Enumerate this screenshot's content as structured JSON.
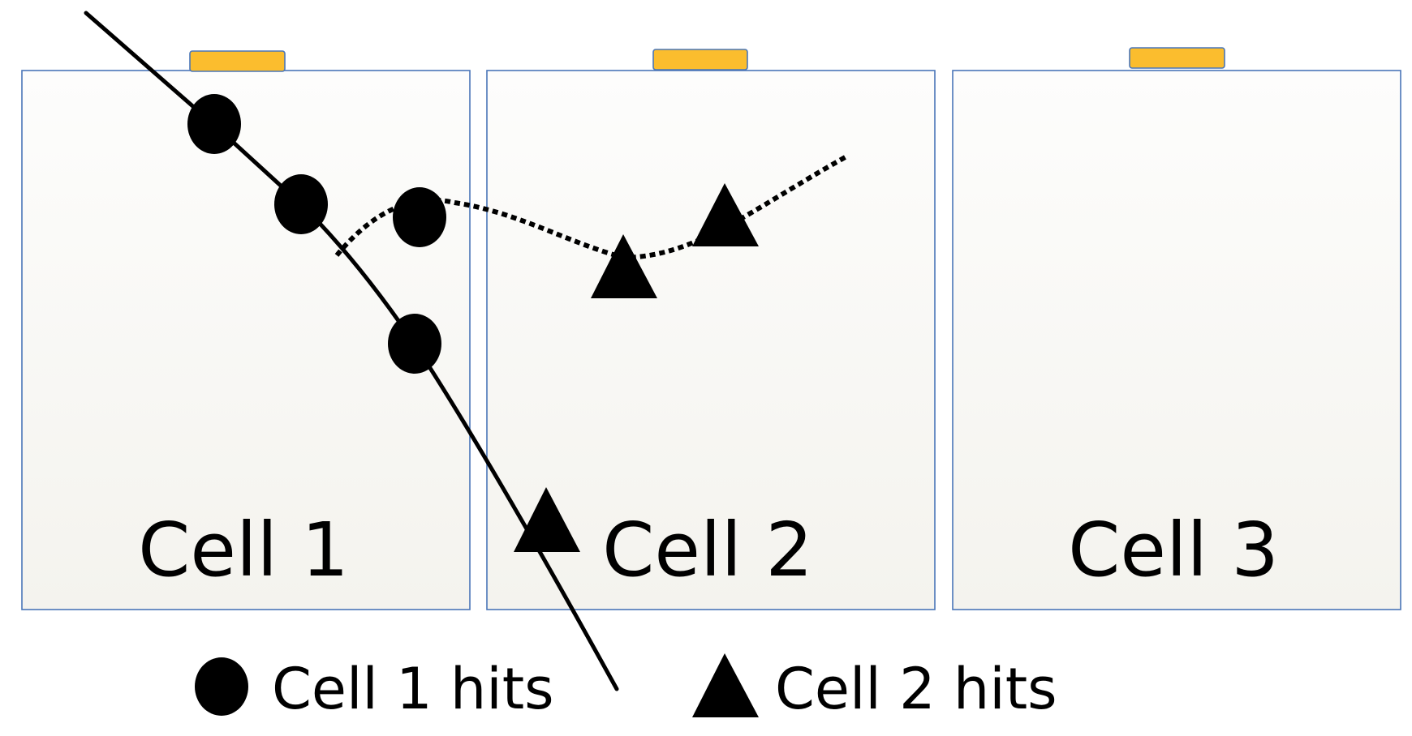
{
  "cells": [
    {
      "label": "Cell 1"
    },
    {
      "label": "Cell 2"
    },
    {
      "label": "Cell 3"
    }
  ],
  "legend": {
    "circle_label": "Cell 1 hits",
    "triangle_label": "Cell 2 hits"
  },
  "colors": {
    "pad_fill": "#fbbd2e",
    "box_border": "#4a76b8",
    "marker": "#000000",
    "box_fill_top": "#fdfdfc",
    "box_fill_bottom": "#f4f3ee"
  },
  "icons": {
    "cell1_hit": "filled-circle",
    "cell2_hit": "filled-triangle"
  }
}
